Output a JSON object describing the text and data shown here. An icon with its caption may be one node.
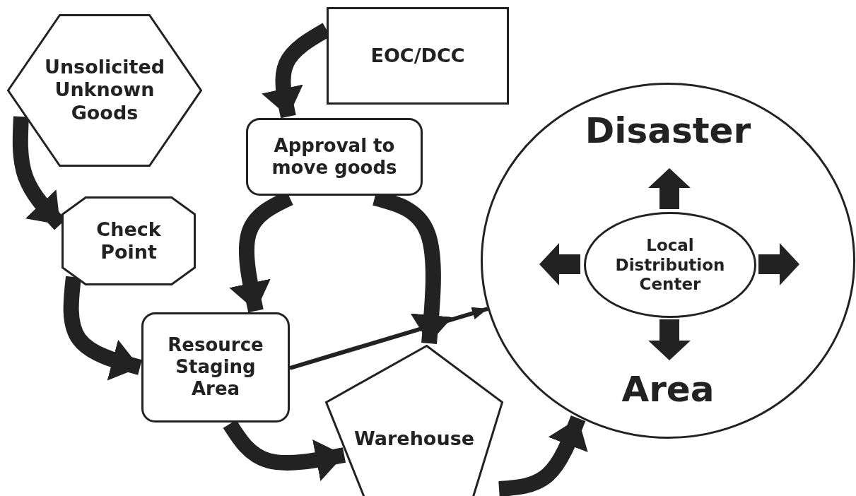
{
  "diagram": {
    "nodes": [
      {
        "text": [
          "Unsolicited Unknown Goods"
        ]
      },
      {
        "text": [
          "EOC/DCC"
        ]
      },
      {
        "text": [
          "Approval to move goods"
        ]
      },
      {
        "text": [
          "Check Point"
        ]
      },
      {
        "text": [
          "Resource Staging Area"
        ]
      },
      {
        "text": [
          "Warehouse"
        ]
      },
      {
        "text": [
          "Disaster",
          "Area"
        ]
      },
      {
        "text": [
          "Local Distribution Center"
        ],
        "in": 6
      }
    ],
    "edges": [
      {
        "from": 0,
        "to": 3,
        "arrow": "to"
      },
      {
        "from": 1,
        "to": 2,
        "arrow": "to"
      },
      {
        "from": 2,
        "to": 4,
        "arrow": "to"
      },
      {
        "from": 2,
        "to": 5,
        "arrow": "to"
      },
      {
        "from": 3,
        "to": 4,
        "arrow": "to"
      },
      {
        "from": 4,
        "to": 6,
        "arrow": "to"
      },
      {
        "from": 4,
        "to": 5,
        "arrow": "to"
      },
      {
        "from": 5,
        "to": 6,
        "arrow": "to"
      }
    ]
  }
}
